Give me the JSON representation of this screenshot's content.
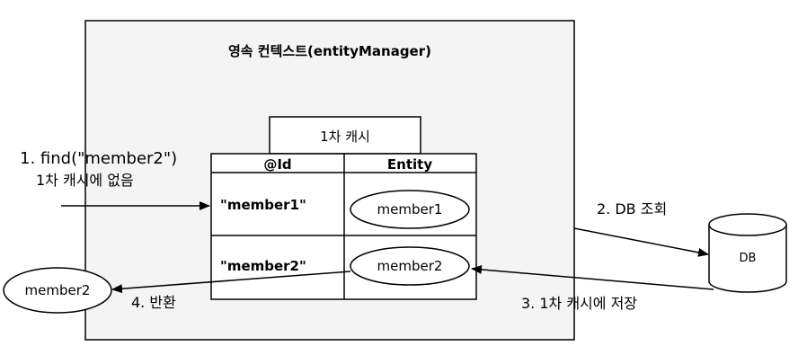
{
  "context": {
    "title": "영속 컨텍스트(entityManager)"
  },
  "cache": {
    "title": "1차 캐시",
    "headers": {
      "id": "@Id",
      "entity": "Entity"
    },
    "rows": [
      {
        "id": "\"member1\"",
        "entity": "member1"
      },
      {
        "id": "\"member2\"",
        "entity": "member2"
      }
    ]
  },
  "steps": {
    "find_line1": "1. find(\"member2\")",
    "find_line2": "1차 캐시에 없음",
    "db_lookup": "2. DB 조회",
    "save_cache": "3. 1차 캐시에 저장",
    "return": "4. 반환"
  },
  "db": {
    "label": "DB"
  },
  "result": {
    "label": "member2"
  },
  "colors": {
    "context_fill": "#f4f4f4",
    "stroke": "#000000",
    "fill_white": "#ffffff"
  }
}
